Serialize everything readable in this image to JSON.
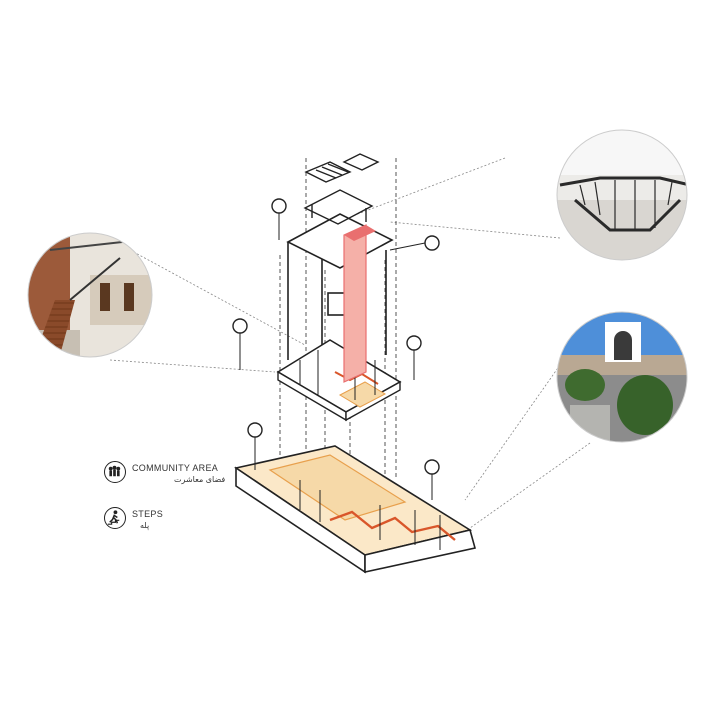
{
  "legend": {
    "community": {
      "label": "COMMUNITY  AREA",
      "sub": "فضای معاشرت",
      "icon": "community-people-icon"
    },
    "steps": {
      "label": "STEPS",
      "sub": "پله",
      "icon": "steps-walking-icon"
    }
  },
  "photos": [
    {
      "name": "photo-interior-staircase",
      "subject": "wooden staircase interior"
    },
    {
      "name": "photo-rooftop-railing",
      "subject": "rooftop stair railing"
    },
    {
      "name": "photo-exterior-courtyard",
      "subject": "exterior courtyard with arch"
    }
  ],
  "colors": {
    "line": "#222222",
    "community": "#f6d9a8",
    "community_edge": "#e8a04d",
    "shaft": "#e96f6f",
    "shaft_fill": "#f5b0a8",
    "steps_path": "#d9562a"
  }
}
